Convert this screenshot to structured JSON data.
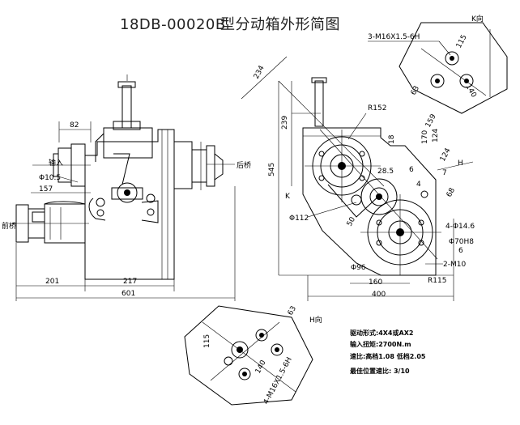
{
  "title": {
    "model": "18DB-00020B",
    "name": "型分动箱外形简图"
  },
  "front_view": {
    "dims": {
      "d82": "82",
      "d157": "157",
      "phi105": "Φ10.5",
      "d201": "201",
      "d217": "217",
      "d601": "601"
    },
    "labels": {
      "input": "输入",
      "rear_axle": "后桥",
      "front_axle": "前桥"
    }
  },
  "side_view": {
    "dims": {
      "d234": "234",
      "d239": "239",
      "d545": "545",
      "r152": "R152",
      "d170": "170",
      "d124": "124",
      "d159": "159",
      "d285": "28.5",
      "d6": "6",
      "d7": "7",
      "d4": "4",
      "d68": "68",
      "d18": "18",
      "phi112": "Φ112",
      "d50": "50",
      "holes_146": "4-Φ14.6",
      "phi70h8": "Φ70H8",
      "d6b": "6",
      "m10": "2-M10",
      "phi96": "Φ96",
      "d160": "160",
      "d400": "400",
      "r115": "R115",
      "k_label": "K",
      "h_label": "H"
    }
  },
  "k_view": {
    "title": "K向",
    "thread": "3-M16X1.5-6H",
    "dims": {
      "d115": "115",
      "d140": "140",
      "d63": "63"
    }
  },
  "h_view": {
    "title": "H向",
    "thread": "4-M16X1.5-6H",
    "dims": {
      "d115": "115",
      "d140": "140",
      "d63": "63"
    }
  },
  "spec_notes": {
    "line1": "驱动形式:4X4或AX2",
    "line2": "输入扭矩:2700N.m",
    "line3": "速比:高档1.08  低档2.05",
    "line4": "最佳位置速比: 3/10"
  }
}
